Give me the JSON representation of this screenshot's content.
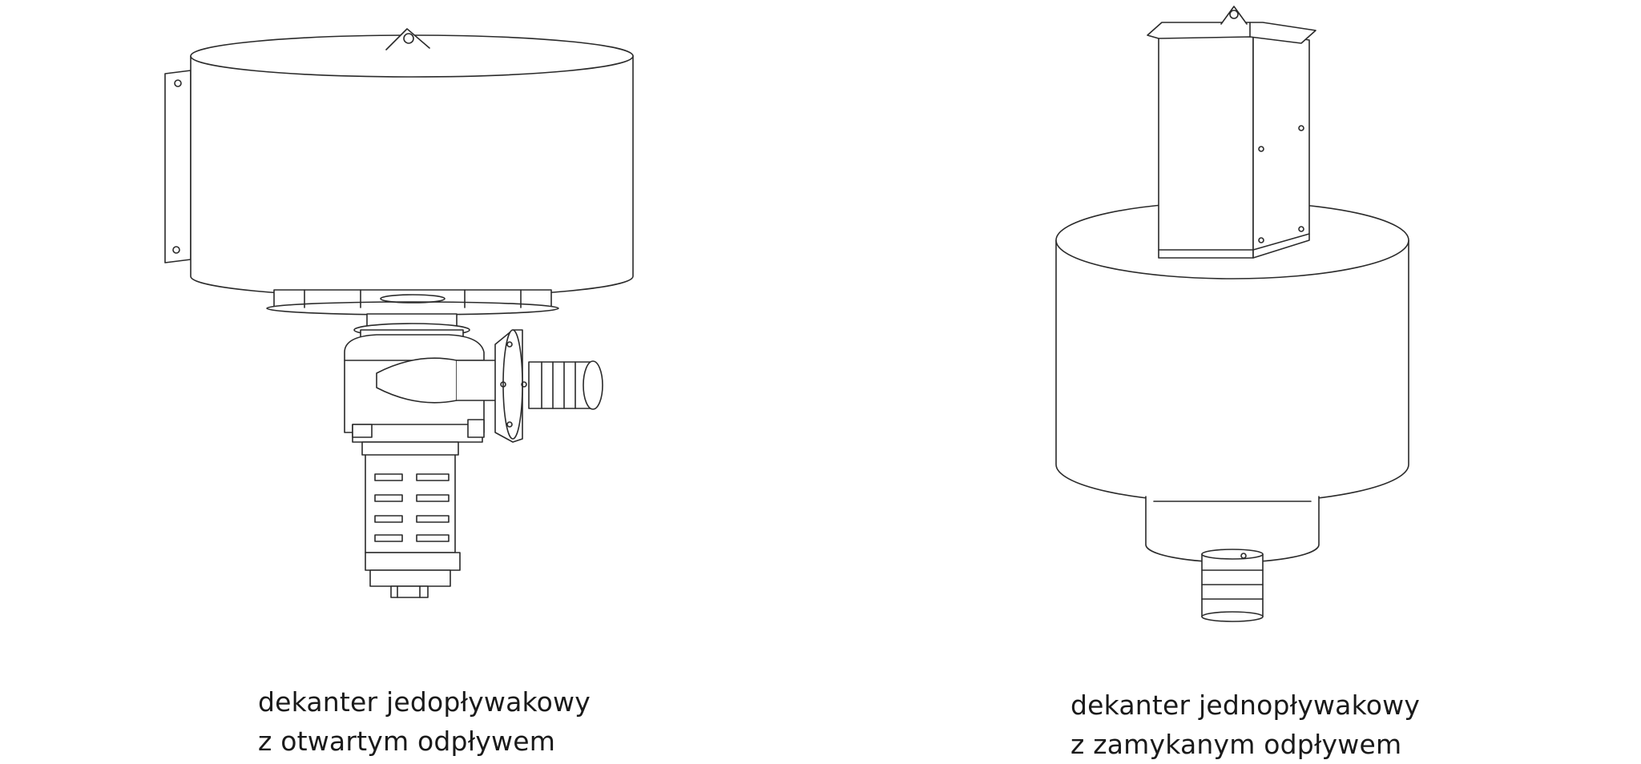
{
  "captions": {
    "left": {
      "line1": "dekanter jedopływakowy",
      "line2": "z otwartym odpływem"
    },
    "right": {
      "line1": "dekanter jednopływakowy",
      "line2": "z zamykanym odpływem"
    }
  },
  "colors": {
    "background": "#ffffff",
    "line": "#2a2a2a",
    "text": "#1a1a1a"
  }
}
